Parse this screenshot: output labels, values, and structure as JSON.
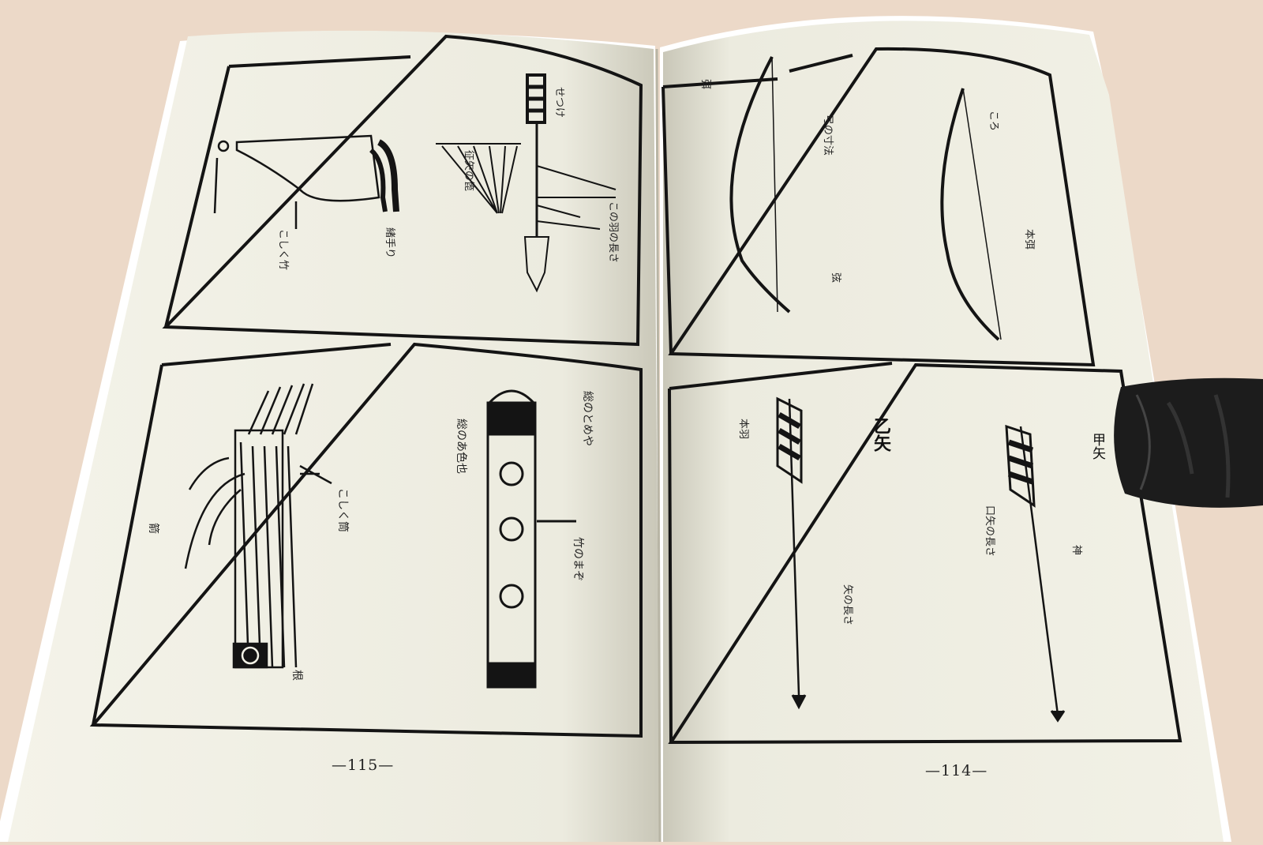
{
  "book": {
    "left_page": {
      "page_number": "—115—"
    },
    "right_page": {
      "page_number": "—114—",
      "caption_otsu": "乙矢",
      "caption_ko": "甲矢"
    }
  },
  "colors": {
    "background": "#ecd9c8",
    "paper": "#f3f2e6",
    "ink": "#141414",
    "knife_handle": "#1c1c1c"
  }
}
